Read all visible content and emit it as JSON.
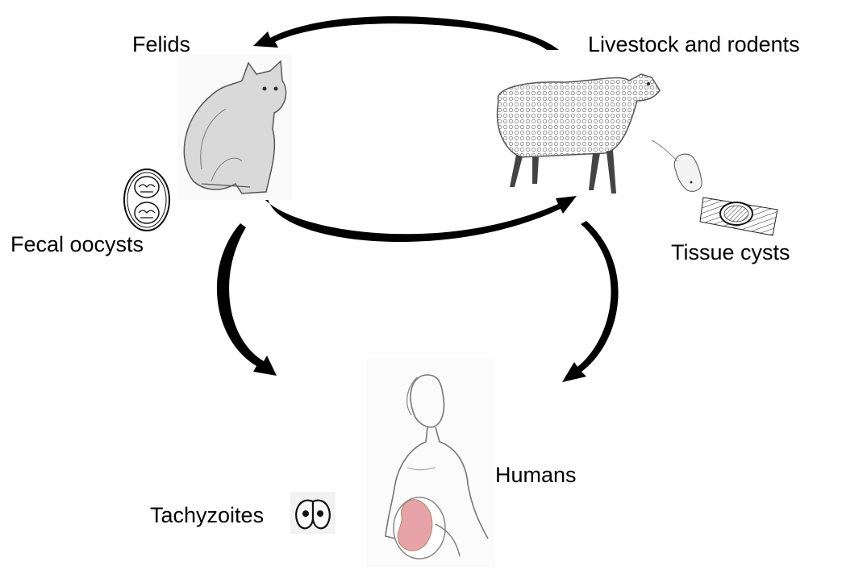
{
  "labels": {
    "felids": "Felids",
    "livestock": "Livestock and rodents",
    "fecal_oocysts": "Fecal oocysts",
    "tissue_cysts": "Tissue cysts",
    "humans": "Humans",
    "tachyzoites": "Tachyzoites"
  },
  "icons": {
    "cat": "cat-icon",
    "sheep": "sheep-icon",
    "rat": "rat-icon",
    "oocyst": "oocyst-icon",
    "tissue_cyst": "tissue-cyst-icon",
    "pregnant_woman": "pregnant-woman-icon",
    "tachyzoite": "tachyzoite-icon"
  },
  "colors": {
    "arrow": "#000000",
    "fetus": "#e8a3a8"
  }
}
